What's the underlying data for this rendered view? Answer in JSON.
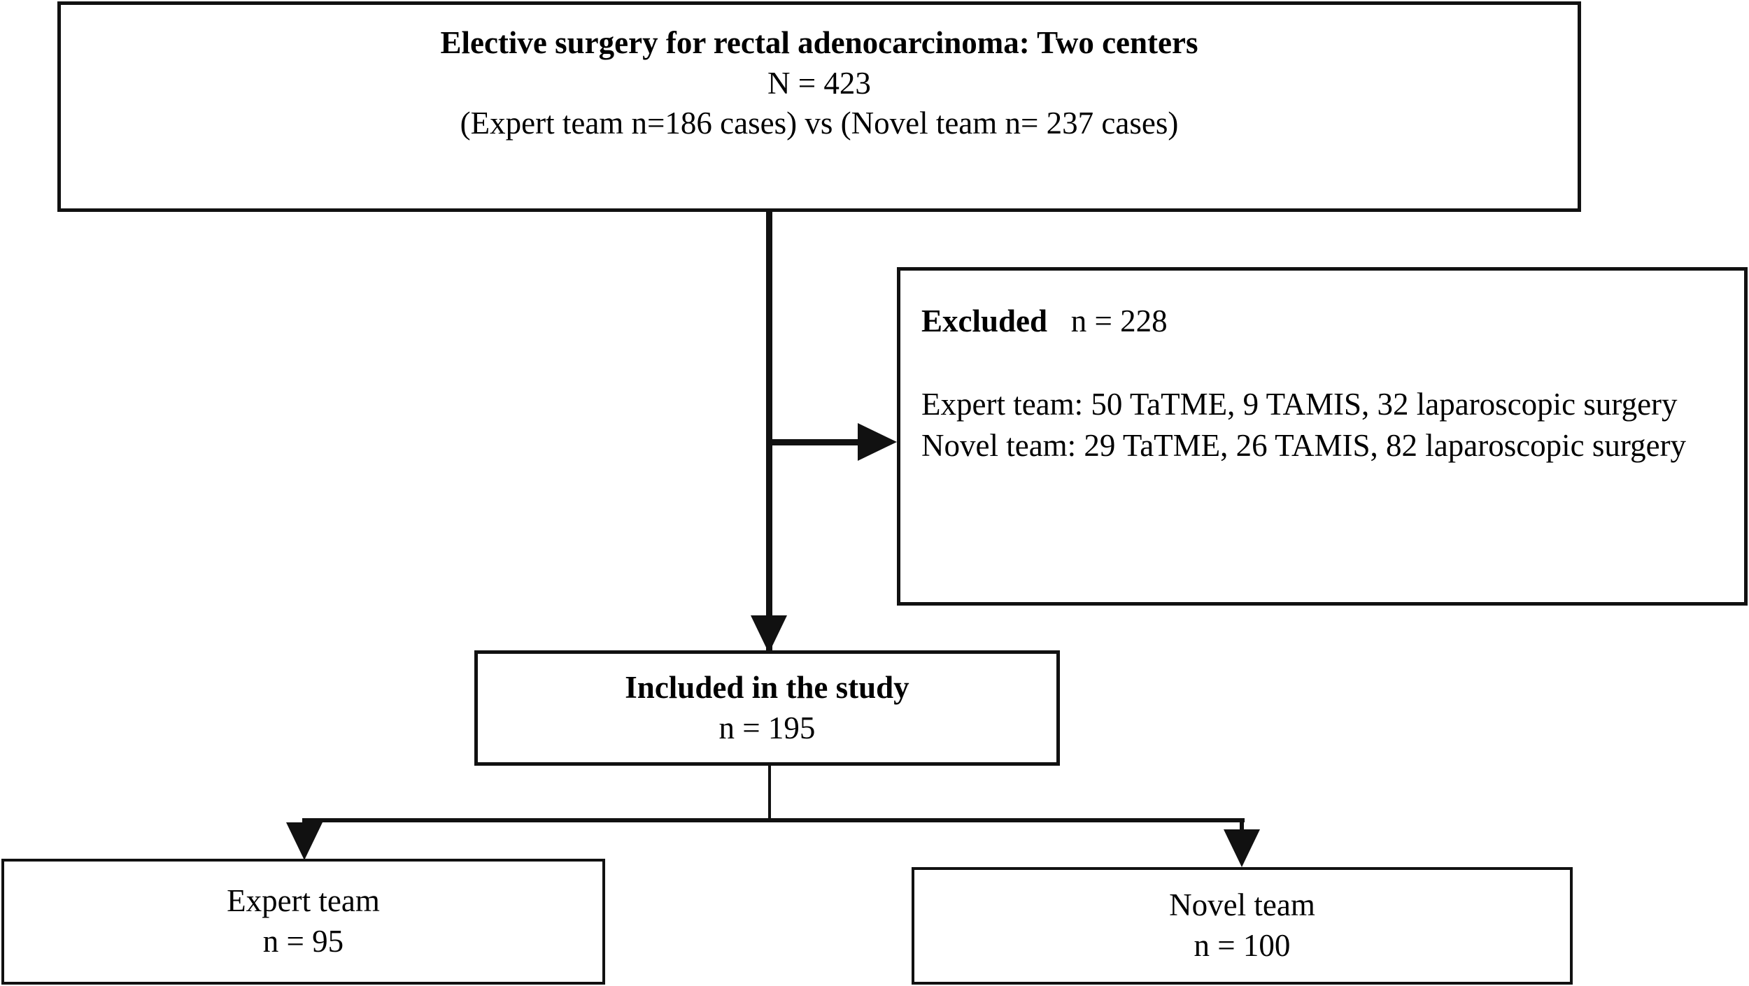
{
  "diagram": {
    "title": "Study flow diagram: elective surgery for rectal adenocarcinoma",
    "nodes": {
      "enrollment": {
        "line1": "Elective surgery for rectal adenocarcinoma: Two centers",
        "line2": "N = 423",
        "line3": "(Expert team n=186 cases) vs (Novel team n= 237 cases)"
      },
      "excluded": {
        "heading_label": "Excluded",
        "heading_count": "n = 228",
        "expert_detail": "Expert team: 50 TaTME, 9 TAMIS, 32 laparoscopic surgery",
        "novel_detail": "Novel team: 29 TaTME, 26 TAMIS, 82 laparoscopic surgery"
      },
      "included": {
        "line1": "Included in the study",
        "line2": "n = 195"
      },
      "expert_arm": {
        "line1": "Expert team",
        "line2": "n = 95"
      },
      "novel_arm": {
        "line1": "Novel team",
        "line2": "n = 100"
      }
    },
    "connectors": {
      "trunk_main": "vertical-arrow-to-included",
      "branch_excluded": "horizontal-arrow-to-excluded",
      "split_left": "arrow-to-expert-team",
      "split_right": "arrow-to-novel-team"
    },
    "colors": {
      "stroke": "#111111",
      "background": "#ffffff",
      "text": "#000000"
    }
  }
}
